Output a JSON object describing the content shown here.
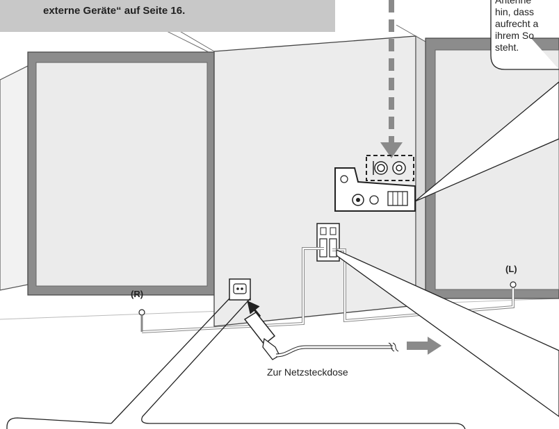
{
  "note": {
    "text": "externe Geräte“ auf Seite 16."
  },
  "antenna_hint": {
    "lines": [
      "Antenne",
      "hin, dass",
      "aufrecht a",
      "ihrem So",
      "steht."
    ]
  },
  "labels": {
    "speaker_right": "(R)",
    "speaker_left": "(L)",
    "power_outlet": "Zur Netzsteckdose"
  },
  "colors": {
    "panel_fill": "#ebebeb",
    "panel_frame": "#8c8c8c",
    "note_bg": "#c8c8c8",
    "line": "#222222"
  }
}
